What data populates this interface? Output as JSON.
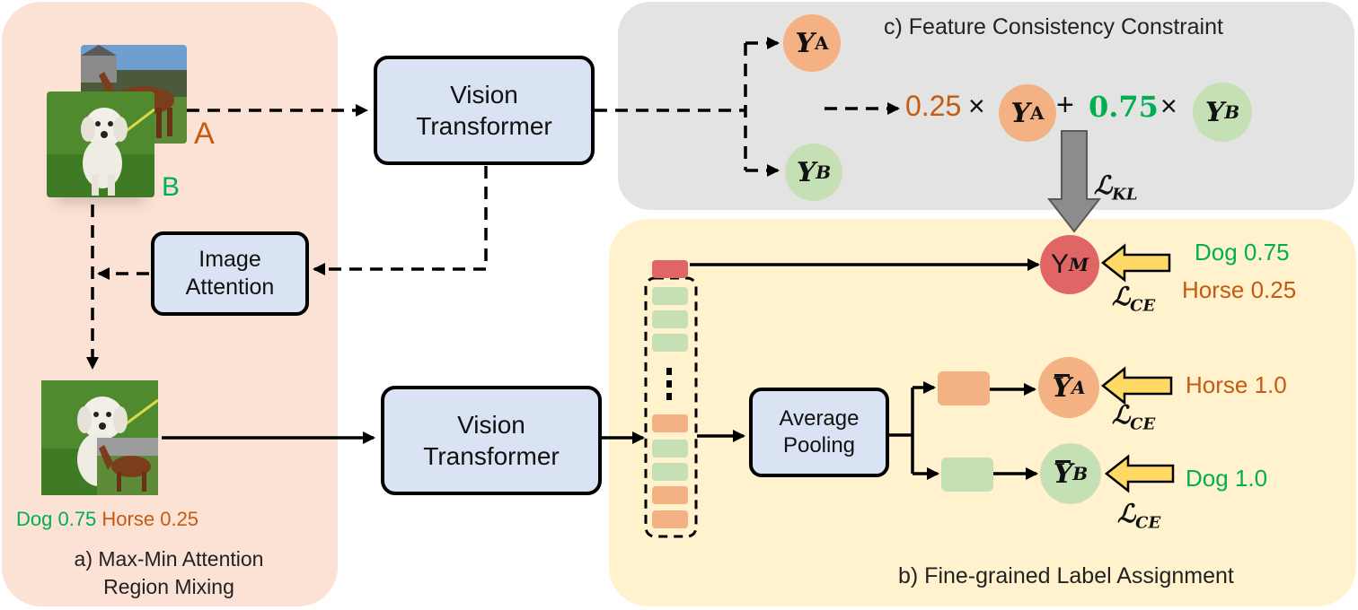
{
  "panels": {
    "a_label": "a) Max-Min Attention\nRegion Mixing",
    "b_label": "b) Fine-grained Label Assignment",
    "c_label": "c) Feature Consistency Constraint"
  },
  "images": {
    "image_a_letter": "A",
    "image_b_letter": "B"
  },
  "mixed_caption": {
    "dog": "Dog 0.75",
    "horse": "Horse 0.25"
  },
  "boxes": {
    "vit_top": "Vision\nTransformer",
    "vit_bottom": "Vision\nTransformer",
    "image_attention": "Image\nAttention",
    "average_pooling": "Average\nPooling"
  },
  "outputs": {
    "ya_letter": "Y",
    "ya_sub": "A",
    "yb_letter": "Y",
    "yb_sub": "B",
    "ym_letter": "Y",
    "ym_sub": "M",
    "ya_bar_sub": "A",
    "yb_bar_sub": "B"
  },
  "consistency": {
    "coef_a": "0.25",
    "times1": "×",
    "plus": "+",
    "coef_b": "0.75",
    "times2": "×"
  },
  "losses": {
    "kl": "ℒ",
    "kl_sub": "KL",
    "ce": "ℒ",
    "ce_sub": "CE"
  },
  "targets": {
    "ym_dog": "Dog 0.75",
    "ym_horse": "Horse 0.25",
    "ya_target": "Horse 1.0",
    "yb_target": "Dog 1.0"
  },
  "colors": {
    "panel_a": "#fbe2d5",
    "panel_b": "#fff2cc",
    "panel_c": "#e3e3e3",
    "orange_text": "#c55a11",
    "green_text": "#00b050",
    "orange_circle": "#f4b183",
    "green_circle": "#c5e0b4",
    "red_circle": "#e06666",
    "box_fill": "#dae3f3",
    "gold_arrow": "#ffd966"
  }
}
